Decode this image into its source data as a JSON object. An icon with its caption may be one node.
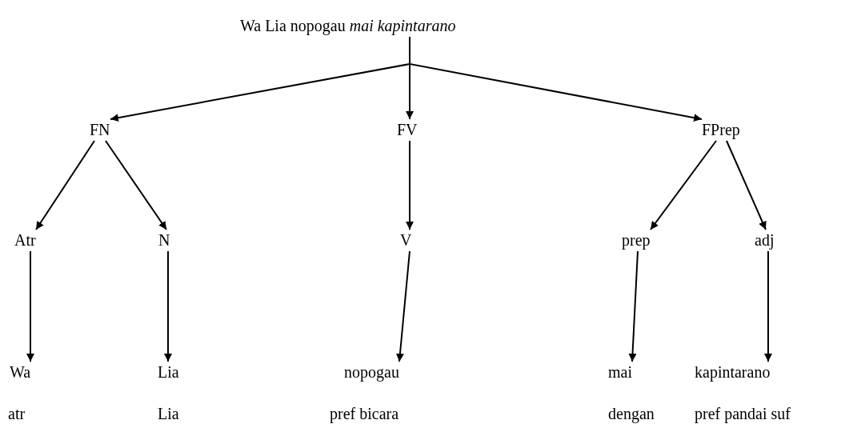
{
  "diagram": {
    "nodes": [
      {
        "text": [
          "Wa Lia nopogau *mai kapintarano*"
        ]
      },
      {
        "text": [
          "FN"
        ]
      },
      {
        "text": [
          "FV"
        ]
      },
      {
        "text": [
          "FPrep"
        ]
      },
      {
        "text": [
          "Atr"
        ]
      },
      {
        "text": [
          "N"
        ]
      },
      {
        "text": [
          "V"
        ]
      },
      {
        "text": [
          "prep"
        ]
      },
      {
        "text": [
          "adj"
        ]
      },
      {
        "text": [
          "Wa"
        ]
      },
      {
        "text": [
          "Lia"
        ]
      },
      {
        "text": [
          "nopogau"
        ]
      },
      {
        "text": [
          "mai"
        ]
      },
      {
        "text": [
          "kapintarano"
        ]
      }
    ],
    "edges": [
      {
        "from": 0,
        "to": 1,
        "arrow": "to"
      },
      {
        "from": 0,
        "to": 2,
        "arrow": "to"
      },
      {
        "from": 0,
        "to": 3,
        "arrow": "to"
      },
      {
        "from": 1,
        "to": 4,
        "arrow": "to"
      },
      {
        "from": 1,
        "to": 5,
        "arrow": "to"
      },
      {
        "from": 2,
        "to": 6,
        "arrow": "to"
      },
      {
        "from": 3,
        "to": 7,
        "arrow": "to"
      },
      {
        "from": 3,
        "to": 8,
        "arrow": "to"
      },
      {
        "from": 4,
        "to": 9,
        "arrow": "to"
      },
      {
        "from": 5,
        "to": 10,
        "arrow": "to"
      },
      {
        "from": 6,
        "to": 11,
        "arrow": "to"
      },
      {
        "from": 7,
        "to": 12,
        "arrow": "to"
      },
      {
        "from": 8,
        "to": 13,
        "arrow": "to"
      }
    ],
    "labels": [
      "atr",
      "Lia",
      "pref bicara",
      "dengan",
      "pref pandai suf"
    ]
  }
}
